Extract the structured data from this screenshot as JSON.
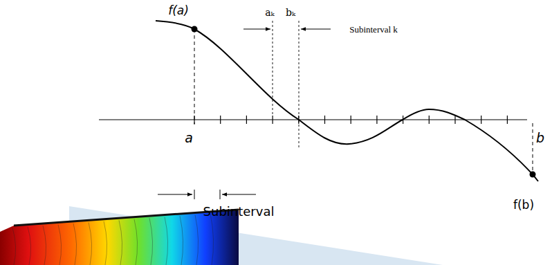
{
  "diagram": {
    "labels": [
      "f(a)",
      "aₖ",
      "bₖ",
      "Subinterval k",
      "a",
      "b",
      "Subinterval",
      "f(b)"
    ]
  }
}
